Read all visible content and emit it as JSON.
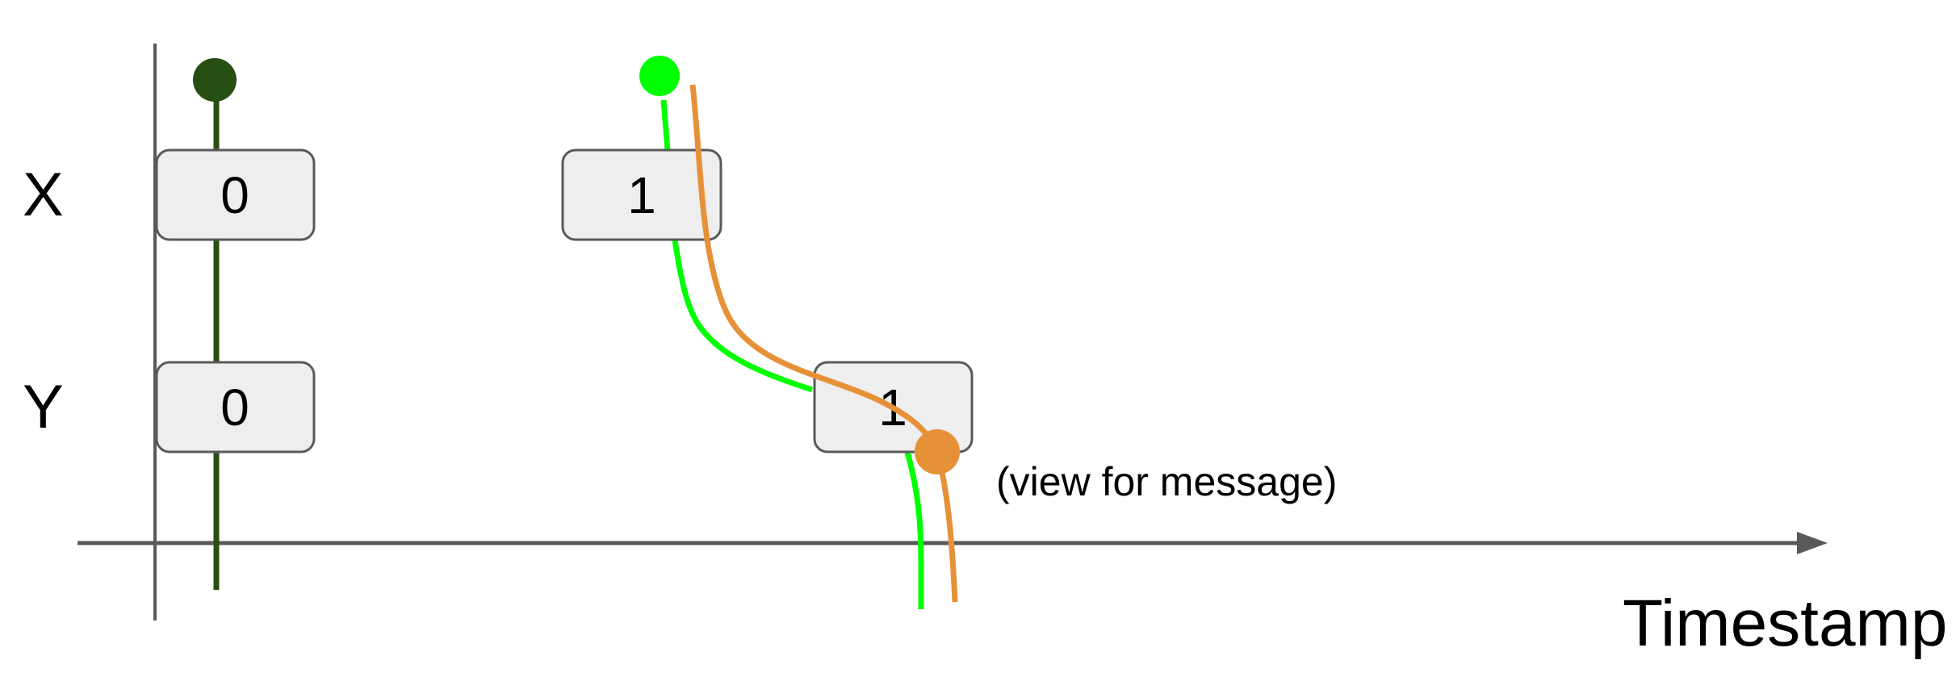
{
  "rows": [
    {
      "label": "X"
    },
    {
      "label": "Y"
    }
  ],
  "boxes": {
    "x0": "0",
    "y0": "0",
    "x1": "1",
    "y1": "1"
  },
  "annotation": "(view for message)",
  "axis_label": "Timestamp",
  "colors": {
    "axis": "#595959",
    "dark_green": "#274e13",
    "bright_green": "#00ff00",
    "orange": "#e69138",
    "box_fill": "#eeeeee"
  }
}
